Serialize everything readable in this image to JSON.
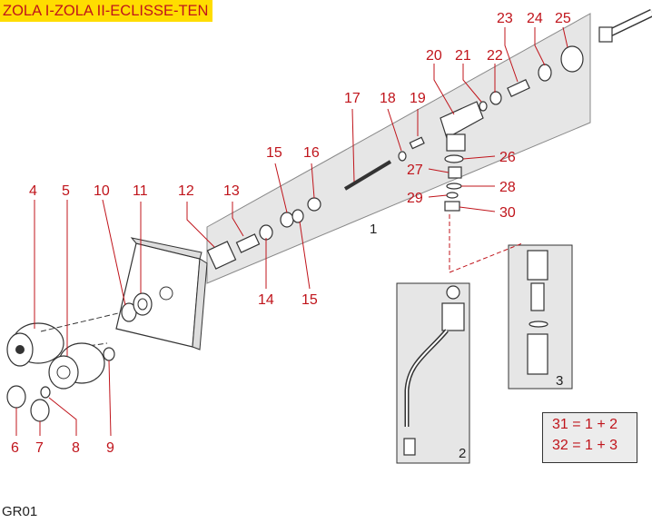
{
  "header": {
    "title": "ZOLA I-ZOLA II-ECLISSE-TEN"
  },
  "footer": {
    "code": "GR01"
  },
  "formulas": [
    "31 = 1 + 2",
    "32 = 1 + 3"
  ],
  "callouts": {
    "c1": "1",
    "c2": "2",
    "c3": "3",
    "c4": "4",
    "c5": "5",
    "c6": "6",
    "c7": "7",
    "c8": "8",
    "c9": "9",
    "c10": "10",
    "c11": "11",
    "c12": "12",
    "c13": "13",
    "c14": "14",
    "c15a": "15",
    "c15b": "15",
    "c16": "16",
    "c17": "17",
    "c18": "18",
    "c19": "19",
    "c20": "20",
    "c21": "21",
    "c22": "22",
    "c23": "23",
    "c24": "24",
    "c25": "25",
    "c26": "26",
    "c27": "27",
    "c28": "28",
    "c29": "29",
    "c30": "30"
  },
  "colors": {
    "label": "#c0141b",
    "title_bg": "#ffdd00",
    "panel": "#e6e6e6"
  }
}
